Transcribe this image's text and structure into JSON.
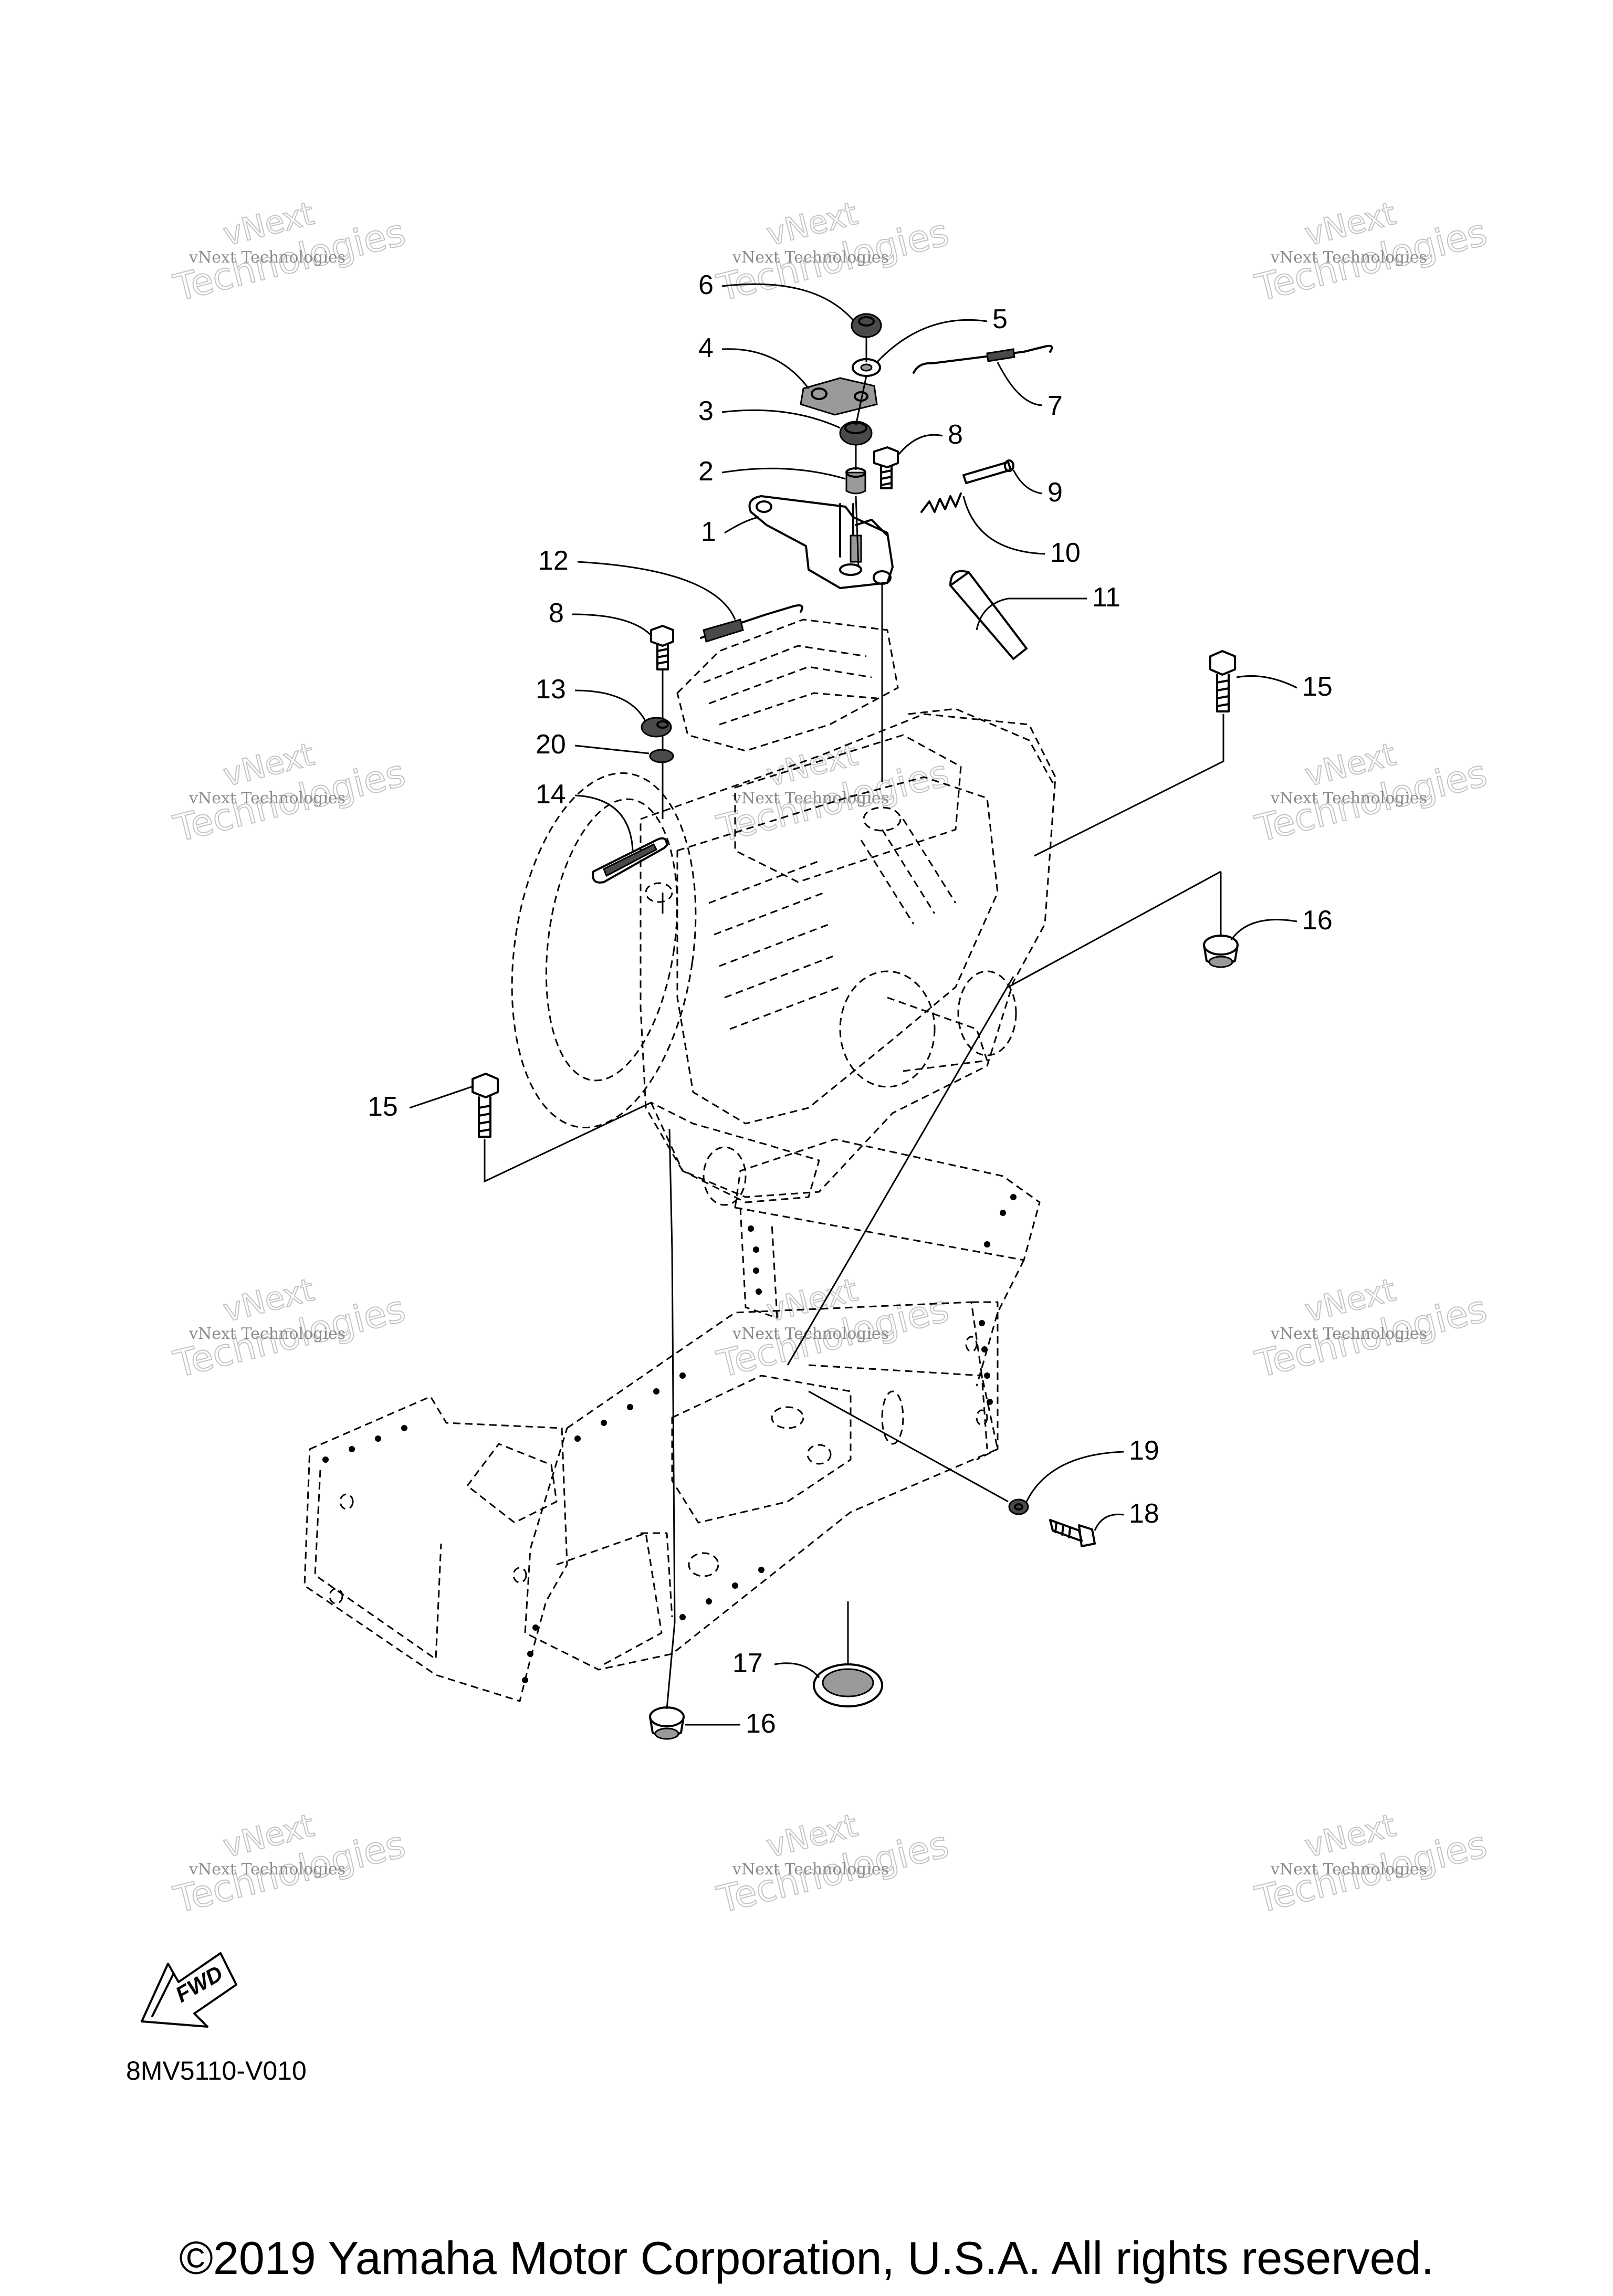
{
  "callouts": [
    {
      "id": "c1",
      "label": "1"
    },
    {
      "id": "c2",
      "label": "2"
    },
    {
      "id": "c3",
      "label": "3"
    },
    {
      "id": "c4",
      "label": "4"
    },
    {
      "id": "c5",
      "label": "5"
    },
    {
      "id": "c6",
      "label": "6"
    },
    {
      "id": "c7",
      "label": "7"
    },
    {
      "id": "c8a",
      "label": "8"
    },
    {
      "id": "c8b",
      "label": "8"
    },
    {
      "id": "c9",
      "label": "9"
    },
    {
      "id": "c10",
      "label": "10"
    },
    {
      "id": "c11",
      "label": "11"
    },
    {
      "id": "c12",
      "label": "12"
    },
    {
      "id": "c13",
      "label": "13"
    },
    {
      "id": "c14",
      "label": "14"
    },
    {
      "id": "c15a",
      "label": "15"
    },
    {
      "id": "c15b",
      "label": "15"
    },
    {
      "id": "c16a",
      "label": "16"
    },
    {
      "id": "c16b",
      "label": "16"
    },
    {
      "id": "c17",
      "label": "17"
    },
    {
      "id": "c18",
      "label": "18"
    },
    {
      "id": "c19",
      "label": "19"
    },
    {
      "id": "c20",
      "label": "20"
    }
  ],
  "watermark": {
    "line1": "vNext Technologies",
    "line2": "Technologies",
    "line3": "vNext"
  },
  "fwd_label": "FWD",
  "diagram_code": "8MV5110-V010",
  "copyright": "©2019 Yamaha Motor Corporation, U.S.A. All rights reserved."
}
